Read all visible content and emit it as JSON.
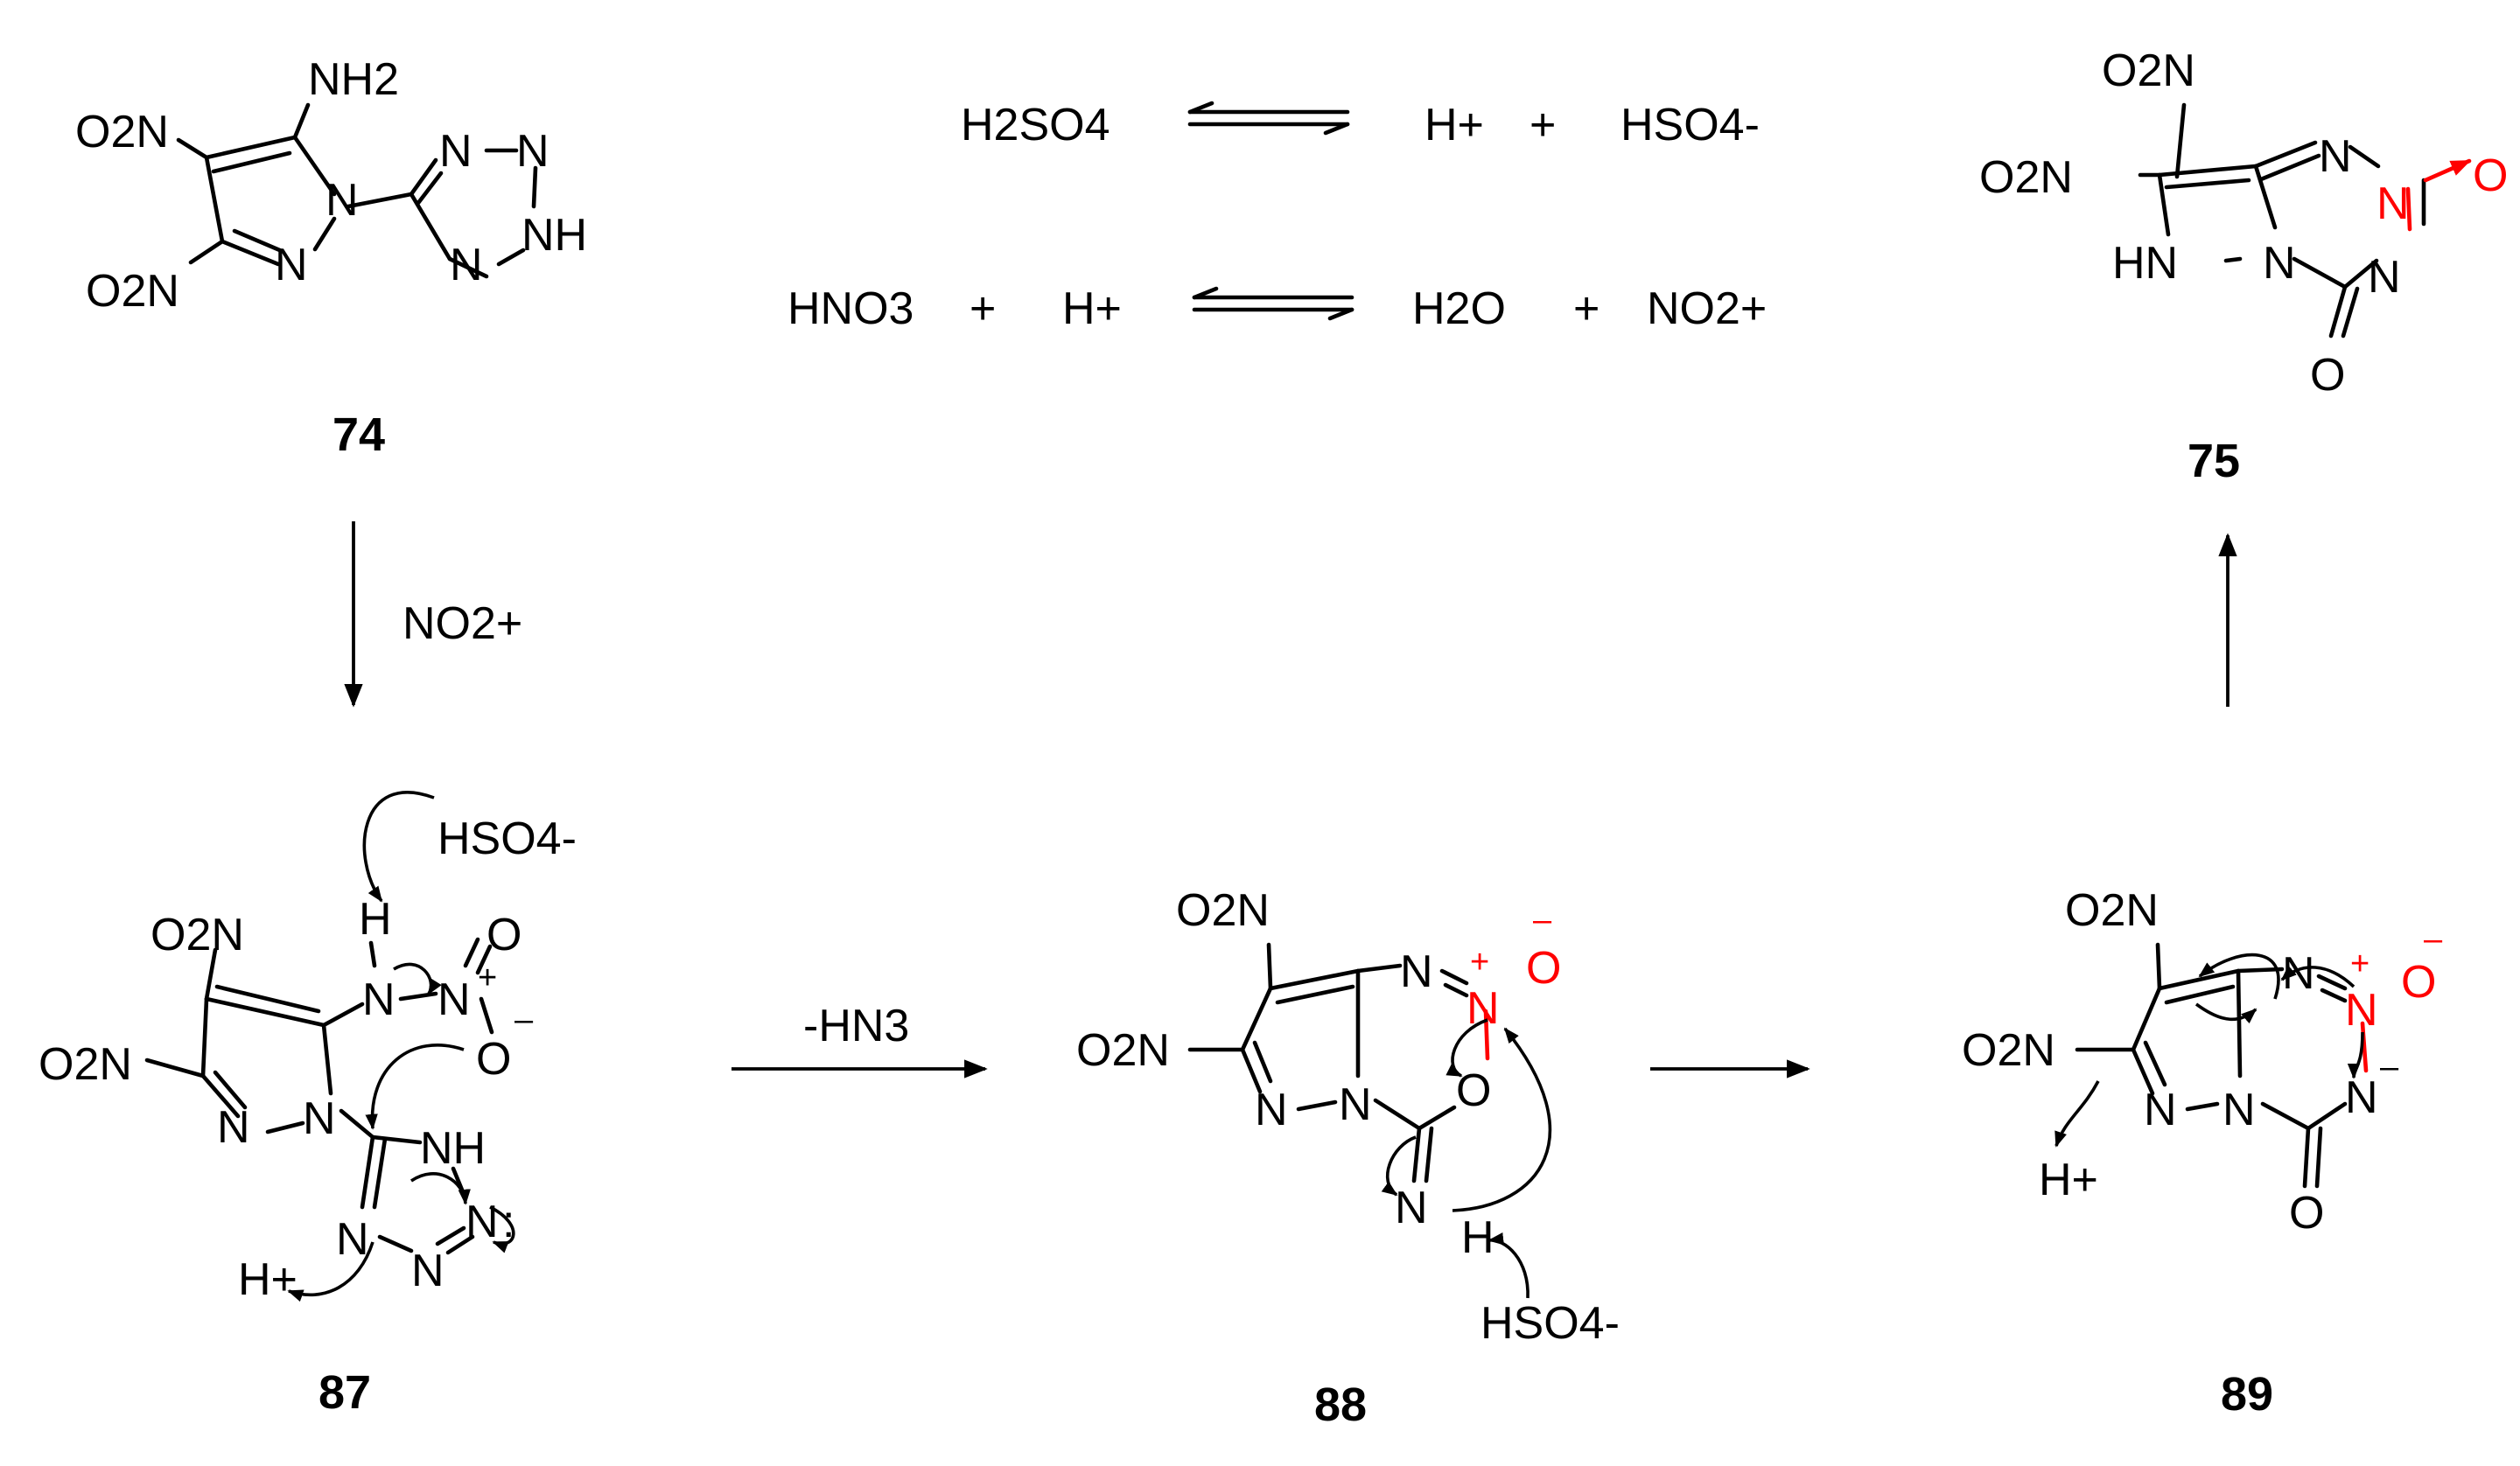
{
  "compounds": {
    "c74": "74",
    "c75": "75",
    "c87": "87",
    "c88": "88",
    "c89": "89"
  },
  "equilibria": {
    "eq1_left": "H2SO4",
    "eq1_right_a": "H+",
    "eq1_plus": "+",
    "eq1_right_b": "HSO4-",
    "eq2_left_a": "HNO3",
    "eq2_plus1": "+",
    "eq2_left_b": "H+",
    "eq2_right_a": "H2O",
    "eq2_plus2": "+",
    "eq2_right_b": "NO2+"
  },
  "conditions": {
    "step_74_87": "NO2+",
    "step_87_88": "-HN3"
  },
  "atoms": {
    "nh2": "NH2",
    "o2n": "O2N",
    "n": "N",
    "nh": "NH",
    "hn": "HN",
    "o": "O",
    "h": "H",
    "h_plus": "H+",
    "hso4_minus": "HSO4-",
    "plus": "+",
    "minus": "–",
    "lone_pair": ":"
  },
  "colors": {
    "bond": "#000000",
    "highlight": "#ff0000",
    "background": "#ffffff"
  }
}
